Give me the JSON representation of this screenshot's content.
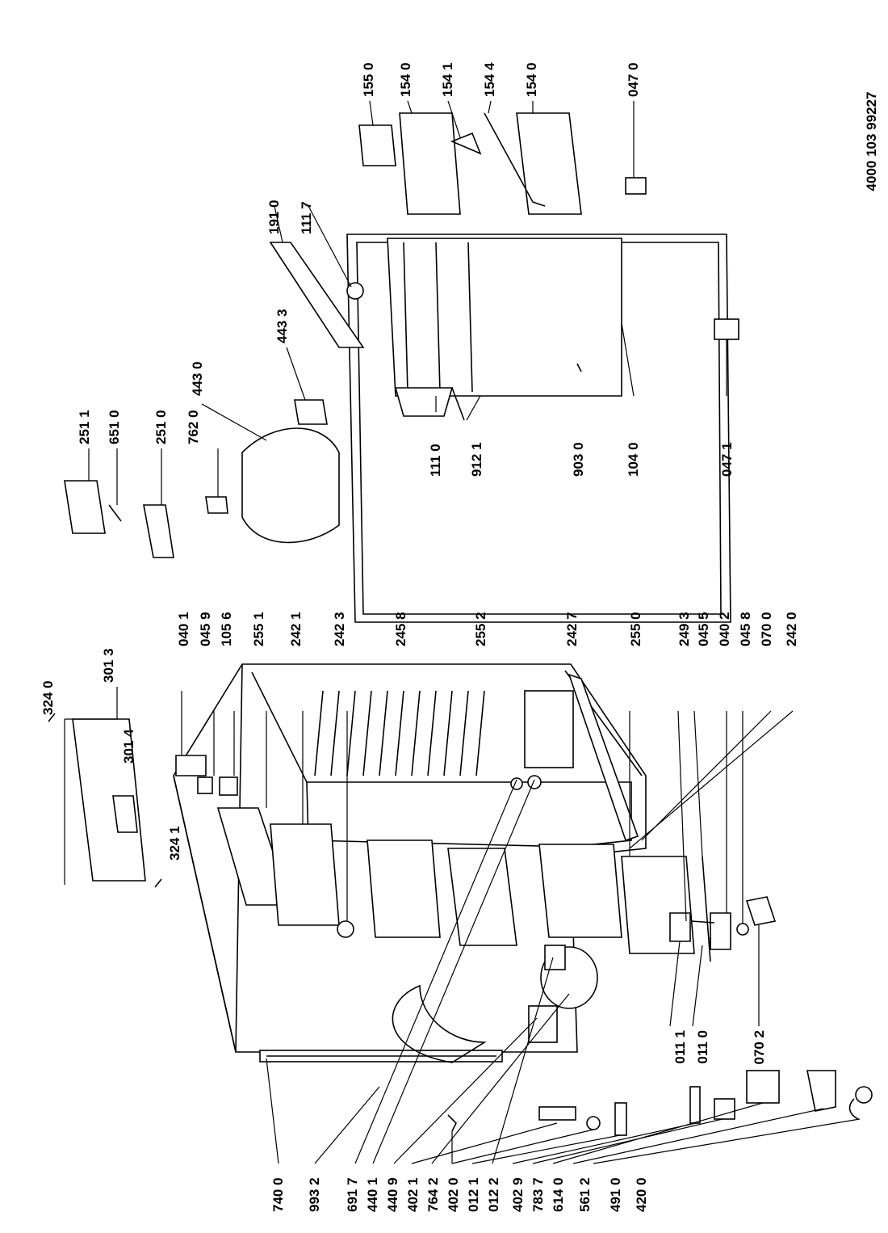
{
  "document_code": "4000 103 99227",
  "labels": {
    "l_3013": "301 3",
    "l_3240": "324 0",
    "l_3014": "301 4",
    "l_3241": "324 1",
    "l_0401": "040 1",
    "l_0459": "045 9",
    "l_1056": "105 6",
    "l_2551": "255 1",
    "l_2421": "242 1",
    "l_2423": "242 3",
    "l_2458": "245 8",
    "l_2552": "255 2",
    "l_2427": "242 7",
    "l_2550": "255 0",
    "l_2493": "249 3",
    "l_0455": "045 5",
    "l_0402": "040 2",
    "l_0458": "045 8",
    "l_0700": "070 0",
    "l_2420": "242 0",
    "l_2511": "251 1",
    "l_6510": "651 0",
    "l_2510": "251 0",
    "l_7620": "762 0",
    "l_4430": "443 0",
    "l_4433": "443 3",
    "l_1110": "111 0",
    "l_9121": "912 1",
    "l_9030": "903 0",
    "l_1040": "104 0",
    "l_0471": "047 1",
    "l_1910": "191 0",
    "l_1117": "111 7",
    "l_1550": "155 0",
    "l_1540a": "154 0",
    "l_1541": "154 1",
    "l_1544": "154 4",
    "l_1540b": "154 0",
    "l_0470": "047 0",
    "l_7400": "740 0",
    "l_9932": "993 2",
    "l_6917": "691 7",
    "l_4401": "440 1",
    "l_4409": "440 9",
    "l_4021": "402 1",
    "l_7642": "764 2",
    "l_4020": "402 0",
    "l_0121": "012 1",
    "l_0122": "012 2",
    "l_4029": "402 9",
    "l_7837": "783 7",
    "l_6140": "614 0",
    "l_5612": "561 2",
    "l_4910": "491 0",
    "l_4200": "420 0",
    "l_0111": "011 1",
    "l_0110": "011 0",
    "l_0702": "070 2"
  }
}
